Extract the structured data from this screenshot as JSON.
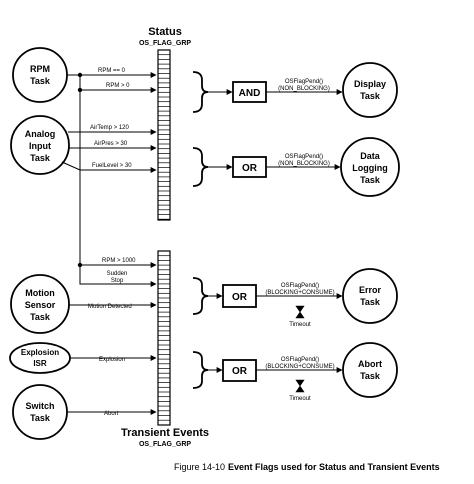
{
  "status_group": {
    "title": "Status",
    "subtitle": "OS_FLAG_GRP"
  },
  "transient_group": {
    "title": "Transient Events",
    "subtitle": "OS_FLAG_GRP"
  },
  "tasks": {
    "rpm": [
      "RPM",
      "Task"
    ],
    "analog": [
      "Analog",
      "Input",
      "Task"
    ],
    "motion": [
      "Motion",
      "Sensor",
      "Task"
    ],
    "explosion": [
      "Explosion",
      "ISR"
    ],
    "switch": [
      "Switch",
      "Task"
    ],
    "display": [
      "Display",
      "Task"
    ],
    "logging": [
      "Data",
      "Logging",
      "Task"
    ],
    "error": [
      "Error",
      "Task"
    ],
    "abort": [
      "Abort",
      "Task"
    ]
  },
  "signals": {
    "rpm_eq_0": "RPM == 0",
    "rpm_gt_0": "RPM > 0",
    "airtemp": "AirTemp > 120",
    "airpres": "AirPres > 30",
    "fuellevel": "FuelLevel > 30",
    "rpm_gt_1000": "RPM > 1000",
    "sudden_stop": [
      "Sudden",
      "Stop"
    ],
    "motion_detected": "Motion Detected",
    "explosion": "Explosion",
    "abort": "Abort"
  },
  "logic": {
    "and1": "AND",
    "or1": "OR",
    "or2": "OR",
    "or3": "OR"
  },
  "pends": {
    "display": [
      "OSFlagPend()",
      "(NON_BLOCKING)"
    ],
    "logging": [
      "OSFlagPend()",
      "(NON_BLOCKING)"
    ],
    "error": [
      "OSFlagPend()",
      "(BLOCKING+CONSUME)"
    ],
    "abort": [
      "OSFlagPend()",
      "(BLOCKING+CONSUME)"
    ]
  },
  "timeout": {
    "error": "Timeout",
    "abort": "Timeout"
  },
  "caption": {
    "figure": "Figure 14-10",
    "text": "Event Flags used for Status and Transient Events"
  }
}
